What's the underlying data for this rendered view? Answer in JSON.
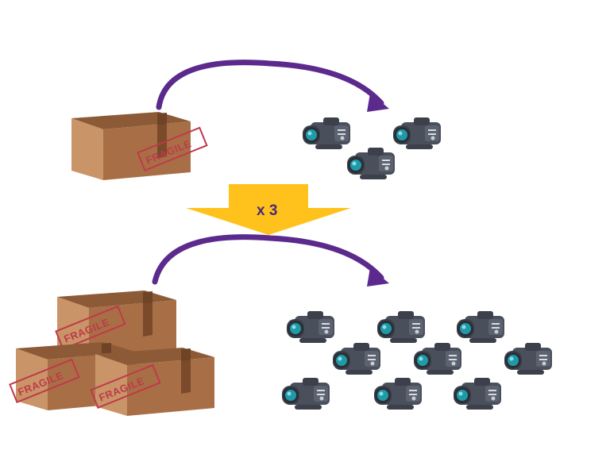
{
  "box_label": "FRAGILE",
  "multiplier_label": "x 3",
  "icons": {
    "box": "box-icon",
    "camera": "camcorder-icon",
    "arrow": "curved-arrow-icon",
    "multiplier": "down-arrow-icon"
  },
  "colors": {
    "arrow": "#5b2a8c",
    "multiplier_arrow": "#ffc21c",
    "multiplier_text": "#4b2a7a",
    "box": "#b07a52",
    "fragile": "#c0394a",
    "camera_body": "#4a4f5c",
    "camera_lens": "#1f9aa8"
  },
  "rows": [
    {
      "boxes": 1,
      "cameras": 3
    },
    {
      "boxes": 3,
      "cameras": 9
    }
  ]
}
